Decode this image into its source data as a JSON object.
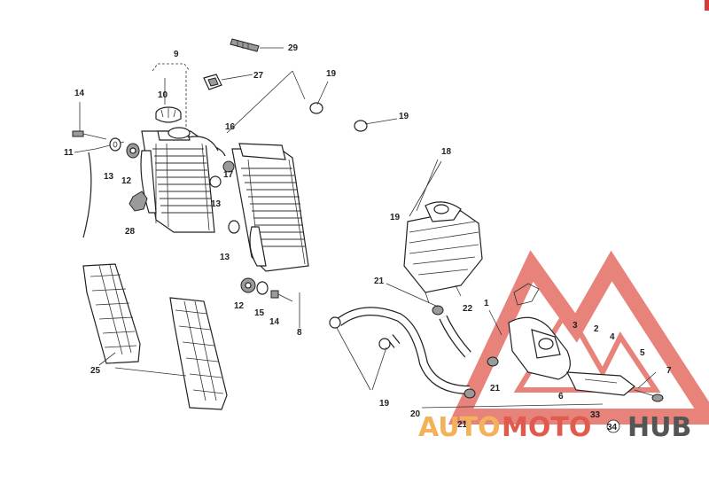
{
  "labels": {
    "l1": "1",
    "l2": "2",
    "l3": "3",
    "l4": "4",
    "l5": "5",
    "l6": "6",
    "l7": "7",
    "l8": "8",
    "l9": "9",
    "l10": "10",
    "l11": "11",
    "l12a": "12",
    "l12b": "12",
    "l13a": "13",
    "l13b": "13",
    "l13c": "13",
    "l14a": "14",
    "l14b": "14",
    "l15": "15",
    "l16": "16",
    "l17": "17",
    "l18": "18",
    "l19a": "19",
    "l19b": "19",
    "l19c": "19",
    "l19d": "19",
    "l20": "20",
    "l21a": "21",
    "l21b": "21",
    "l21c": "21",
    "l22": "22",
    "l25": "25",
    "l27": "27",
    "l28": "28",
    "l29": "29",
    "l33": "33",
    "l34": "34"
  },
  "watermark": {
    "auto": "AUTO",
    "moto": "MOTO",
    "hub": "HUB",
    "logo_color": "#e05a4e",
    "accent_color": "#f3b25a"
  },
  "corner_accent": "#d63a3a"
}
